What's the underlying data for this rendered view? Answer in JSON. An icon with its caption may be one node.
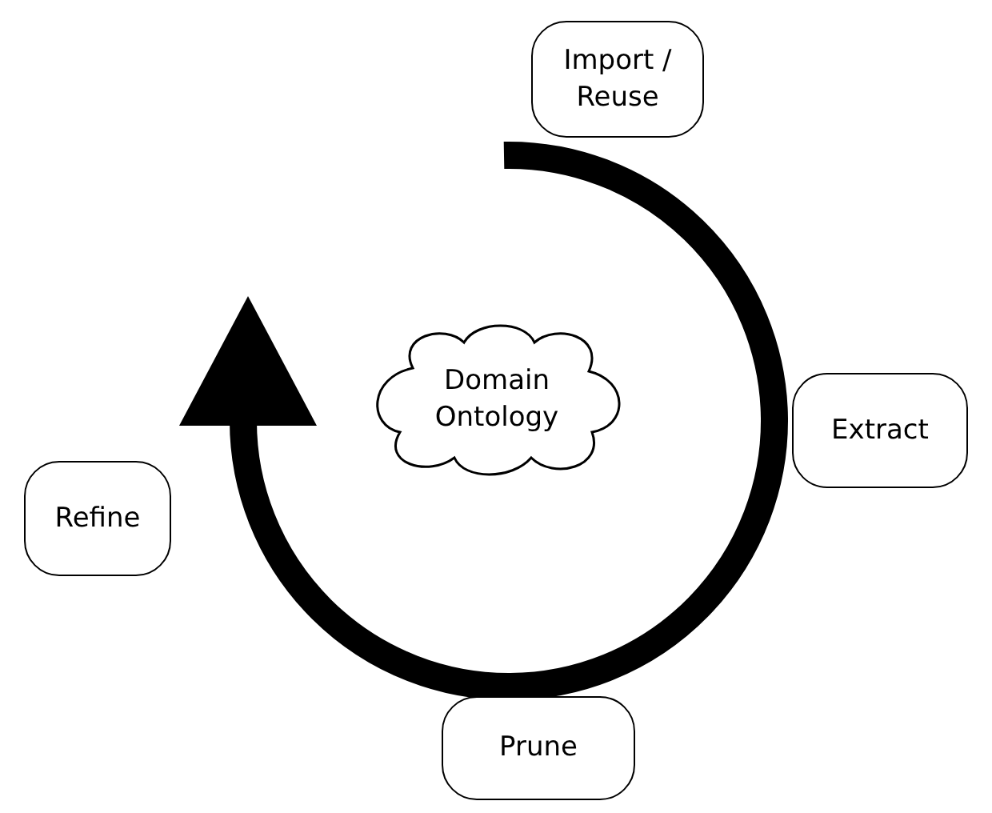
{
  "diagram": {
    "nodes": [
      {
        "text": [
          "Import / Reuse"
        ]
      },
      {
        "text": [
          "Domain Ontology"
        ]
      },
      {
        "text": [
          "Extract"
        ]
      },
      {
        "text": [
          "Refine"
        ]
      },
      {
        "text": [
          "Prune"
        ]
      }
    ]
  }
}
